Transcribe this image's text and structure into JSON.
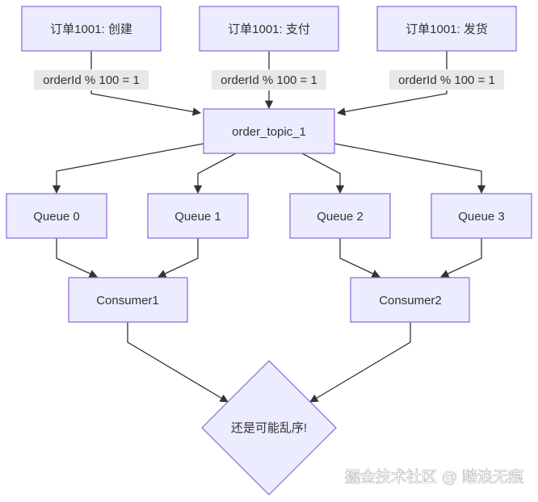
{
  "diagram": {
    "nodes": {
      "order_create": "订单1001: 创建",
      "order_pay": "订单1001: 支付",
      "order_ship": "订单1001: 发货",
      "topic": "order_topic_1",
      "queue0": "Queue 0",
      "queue1": "Queue 1",
      "queue2": "Queue 2",
      "queue3": "Queue 3",
      "consumer1": "Consumer1",
      "consumer2": "Consumer2",
      "result": "还是可能乱序!"
    },
    "edge_labels": {
      "create_to_topic": "orderId % 100 = 1",
      "pay_to_topic": "orderId % 100 = 1",
      "ship_to_topic": "orderId % 100 = 1"
    },
    "edges": [
      {
        "from": "order_create",
        "to": "topic"
      },
      {
        "from": "order_pay",
        "to": "topic"
      },
      {
        "from": "order_ship",
        "to": "topic"
      },
      {
        "from": "topic",
        "to": "queue0"
      },
      {
        "from": "topic",
        "to": "queue1"
      },
      {
        "from": "topic",
        "to": "queue2"
      },
      {
        "from": "topic",
        "to": "queue3"
      },
      {
        "from": "queue0",
        "to": "consumer1"
      },
      {
        "from": "queue1",
        "to": "consumer1"
      },
      {
        "from": "queue2",
        "to": "consumer2"
      },
      {
        "from": "queue3",
        "to": "consumer2"
      },
      {
        "from": "consumer1",
        "to": "result"
      },
      {
        "from": "consumer2",
        "to": "result"
      }
    ],
    "colors": {
      "node_fill": "#ececff",
      "node_stroke": "#9370db",
      "edge": "#333333",
      "label_bg": "#e8e8e8"
    }
  },
  "watermark": "掘金技术社区 @ 踏浪无痕"
}
